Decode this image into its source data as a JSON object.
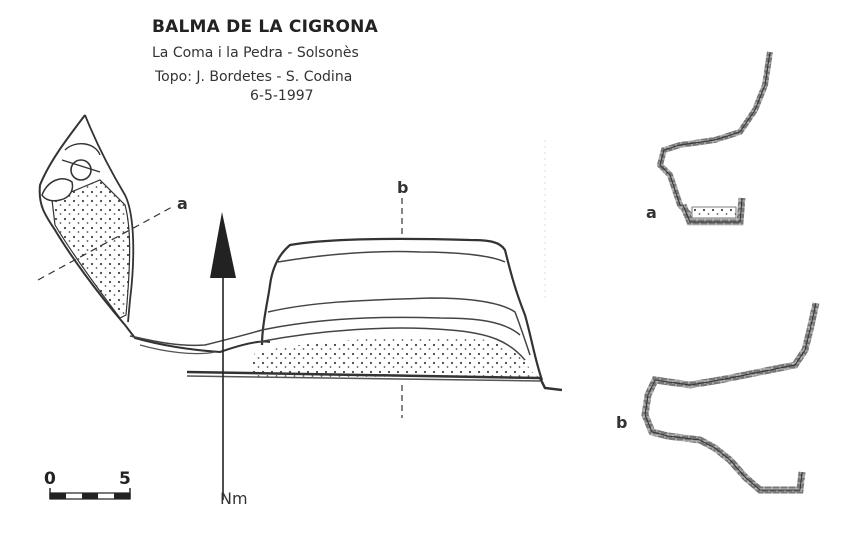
{
  "header": {
    "title": "BALMA DE LA CIGRONA",
    "location": "La Coma i la Pedra - Solsonès",
    "authors": "Topo: J. Bordetes - S. Codina",
    "date": "6-5-1997"
  },
  "plan": {
    "section_a_label": "a",
    "section_b_label": "b"
  },
  "north_arrow": {
    "label": "Nm"
  },
  "scale_bar": {
    "start_label": "0",
    "end_label": "5"
  },
  "sections": {
    "a_label": "a",
    "b_label": "b"
  }
}
